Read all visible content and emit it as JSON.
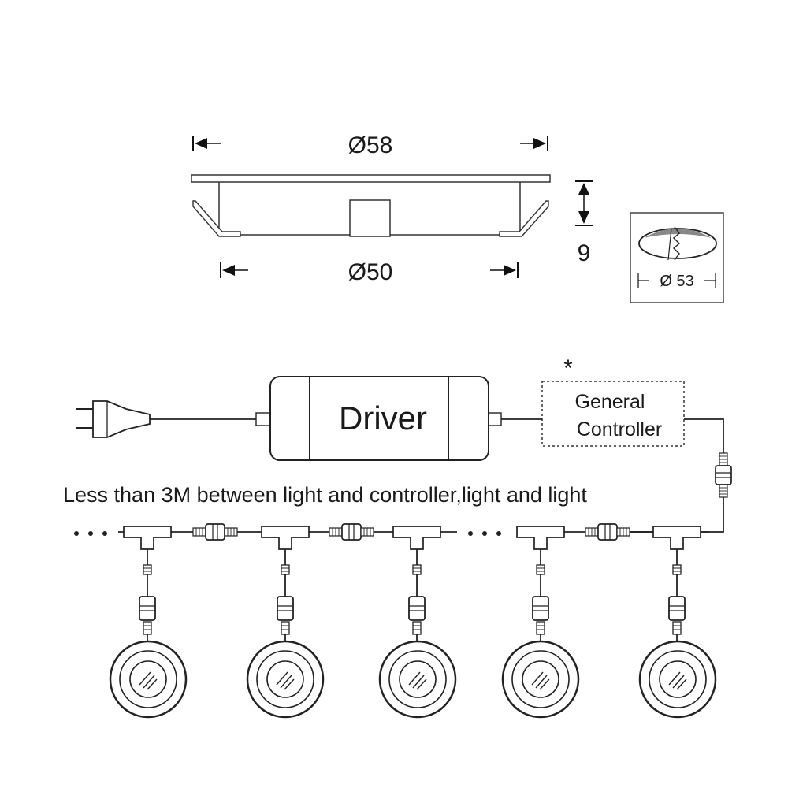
{
  "dimensions": {
    "outer_diameter": "Ø58",
    "inner_diameter": "Ø50",
    "height": "9",
    "cutout_diameter": "Ø 53"
  },
  "wiring": {
    "driver_label": "Driver",
    "controller_label_line1": "General",
    "controller_label_line2": "Controller",
    "controller_note_mark": "*",
    "distance_note": "Less than 3M between light and controller,light and light"
  },
  "lights": {
    "count": 5
  }
}
